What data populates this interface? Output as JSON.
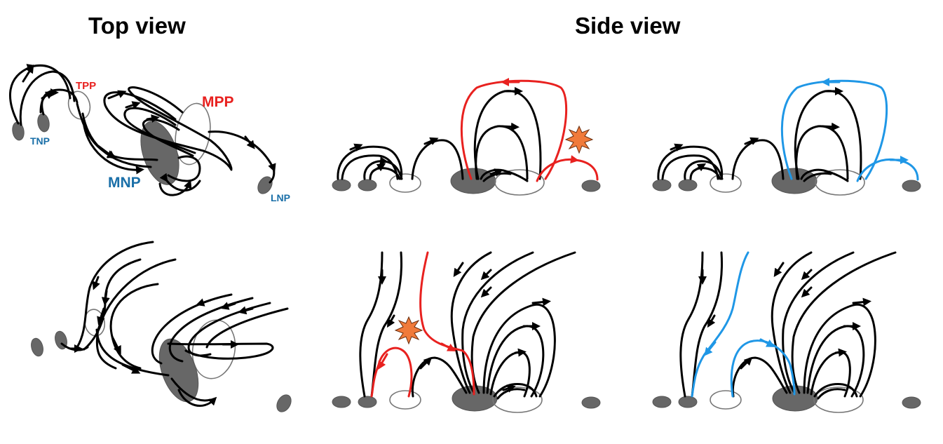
{
  "headings": {
    "top_view": "Top view",
    "side_view": "Side view"
  },
  "labels": {
    "tpp": "TPP",
    "mpp": "MPP",
    "tnp": "TNP",
    "mnp": "MNP",
    "lnp": "LNP"
  },
  "colors": {
    "field_line": "#000000",
    "reconnecting_line": "#e8211f",
    "reconnected_line": "#1f97e6",
    "negative_polarity": "#676767",
    "positive_polarity_outline": "#777777",
    "reconnection_star": "#f07a3a"
  }
}
